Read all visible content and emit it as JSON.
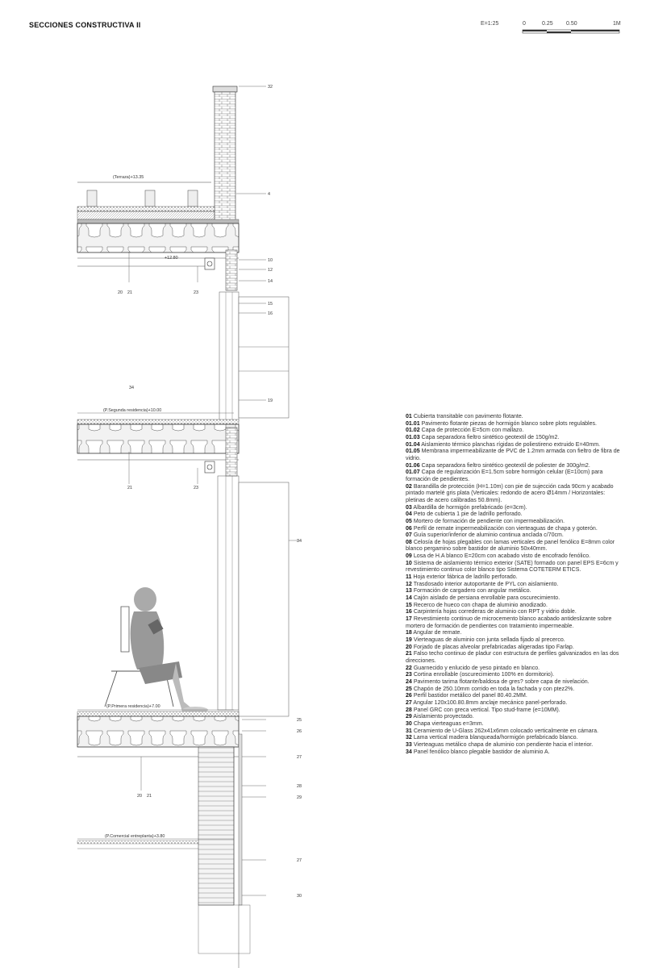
{
  "sheet": {
    "title": "SECCIONES CONSTRUCTIVA II",
    "scale_label": "E=1:25",
    "scale_ticks": [
      "0",
      "0.25",
      "0.50",
      "1M"
    ]
  },
  "levels": {
    "terrace": "(Terraza)+13.35",
    "ceiling": "+12.80",
    "second": "(P.Segunda residencia)+10.00",
    "first": "(P.Primera residencia)+7.00",
    "commercial": "(P.Comercial entreplanta)+3.80"
  },
  "callouts": {
    "c32": "32",
    "c4": "4",
    "c10": "10",
    "c12": "12",
    "c14": "14",
    "c15": "15",
    "c16": "16",
    "c19": "19",
    "c34a": "34",
    "c34b": "34",
    "c25": "25",
    "c26": "26",
    "c27a": "27",
    "c28": "28",
    "c29": "29",
    "c27b": "27",
    "c30": "30",
    "b20a": "20",
    "b21a": "21",
    "b23a": "23",
    "b21b": "21",
    "b23b": "23",
    "b20c": "20",
    "b21c": "21"
  },
  "legend": [
    {
      "code": "01",
      "text": "Cubierta transitable con pavimento flotante."
    },
    {
      "code": "01.01",
      "text": "Pavimento flotante piezas de hormigón blanco sobre plots regulables."
    },
    {
      "code": "01.02",
      "text": "Capa de protección E=5cm con mallazo."
    },
    {
      "code": "01.03",
      "text": "Capa separadora fieltro sintético geotextil de 150g/m2."
    },
    {
      "code": "01.04",
      "text": "Aislamiento térmico planchas rígidas de poliestireno extruido E=40mm."
    },
    {
      "code": "01.05",
      "text": "Membrana impermeabilizante de PVC de 1.2mm armada con fieltro de fibra de vidrio."
    },
    {
      "code": "01.06",
      "text": "Capa separadora fieltro sintético geotextil de poliester de 300g/m2."
    },
    {
      "code": "01.07",
      "text": "Capa de regularización E=1.5cm sobre hormigón celular (E=10cm) para formación de pendientes."
    },
    {
      "code": "02",
      "text": "Barandilla de protección (H=1.10m) con pie de sujección cada 90cm y acabado pintado martelé gris plata (Verticales: redondo de acero Ø14mm / Horizontales: pletinas de acero calibradas 50.8mm)."
    },
    {
      "code": "03",
      "text": "Albardilla de hormigón prefabricado (e=3cm)."
    },
    {
      "code": "04",
      "text": "Peto de cubierta 1 pie de ladrillo perforado."
    },
    {
      "code": "05",
      "text": "Mortero de formación de pendiente con impermeabilización."
    },
    {
      "code": "06",
      "text": "Perfil de remate impermeabilización con vierteaguas de chapa y goterón."
    },
    {
      "code": "07",
      "text": "Guía superior/inferior de aluminio continua anclada c/70cm."
    },
    {
      "code": "08",
      "text": "Celosía de hojas plegables con lamas verticales de panel fenólico E=8mm color blanco pergamino sobre bastidor de aluminio 50x40mm."
    },
    {
      "code": "09",
      "text": "Losa de H.A blanco E=20cm con acabado visto de encofrado fenólico."
    },
    {
      "code": "10",
      "text": "Sistema de aislamiento térmico exterior (SATE) formado con panel EPS E=6cm y revestimiento continuo color blanco tipo Sistema COTETERM ETICS."
    },
    {
      "code": "11",
      "text": "Hoja exterior fábrica de ladrillo perforado."
    },
    {
      "code": "12",
      "text": "Trasdosado interior autoportante de PYL con aislamiento."
    },
    {
      "code": "13",
      "text": "Formación de cargadero con angular metálico."
    },
    {
      "code": "14",
      "text": "Cajón aislado de persiana enrollable para oscurecimiento."
    },
    {
      "code": "15",
      "text": "Recerco de hueco con chapa de aluminio anodizado."
    },
    {
      "code": "16",
      "text": "Carpintería hojas correderas de aluminio con RPT y vidrio doble."
    },
    {
      "code": "17",
      "text": "Revestimiento continuo de microcemento blanco acabado antideslizante sobre mortero de formación de pendientes con tratamiento impermeable."
    },
    {
      "code": "18",
      "text": "Angular de remate."
    },
    {
      "code": "19",
      "text": "Vierteaguas de aluminio con junta sellada fijado al precerco."
    },
    {
      "code": "20",
      "text": "Forjado de placas alveolar prefabricadas aligeradas tipo Farlap."
    },
    {
      "code": "21",
      "text": "Falso techo continuo de pladur con estructura de perfiles galvanizados en las dos direcciones."
    },
    {
      "code": "22",
      "text": "Guarnecido y enlucido de yeso pintado en blanco."
    },
    {
      "code": "23",
      "text": "Cortina enrollable (oscurecimiento 100% en dormitorio)."
    },
    {
      "code": "24",
      "text": "Pavimento tarima flotante/baldosa de gres? sobre capa de nivelación."
    },
    {
      "code": "25",
      "text": "Chapón de 250.10mm corrido en toda la fachada y con ptez2%."
    },
    {
      "code": "26",
      "text": "Perfil bastidor metálico del panel 80.40.2MM."
    },
    {
      "code": "27",
      "text": "Angular 120x100.80.8mm anclaje mecánico panel-perforado."
    },
    {
      "code": "28",
      "text": "Panel GRC con greca vertical. Tipo stud-frame (e=10MM)."
    },
    {
      "code": "29",
      "text": "Aislamiento proyectado."
    },
    {
      "code": "30",
      "text": "Chapa vierteaguas e=3mm."
    },
    {
      "code": "31",
      "text": "Ceramiento de U-Glass 262x41x6mm colocado verticalmente en cámara."
    },
    {
      "code": "32",
      "text": "Lama vertical madera blanqueada/hormigón prefabricado blanco."
    },
    {
      "code": "33",
      "text": "Vierteaguas metálico chapa de aluminio con pendiente hacia el interior."
    },
    {
      "code": "34",
      "text": "Panel fenólico blanco plegable bastidor de aluminio A."
    }
  ]
}
